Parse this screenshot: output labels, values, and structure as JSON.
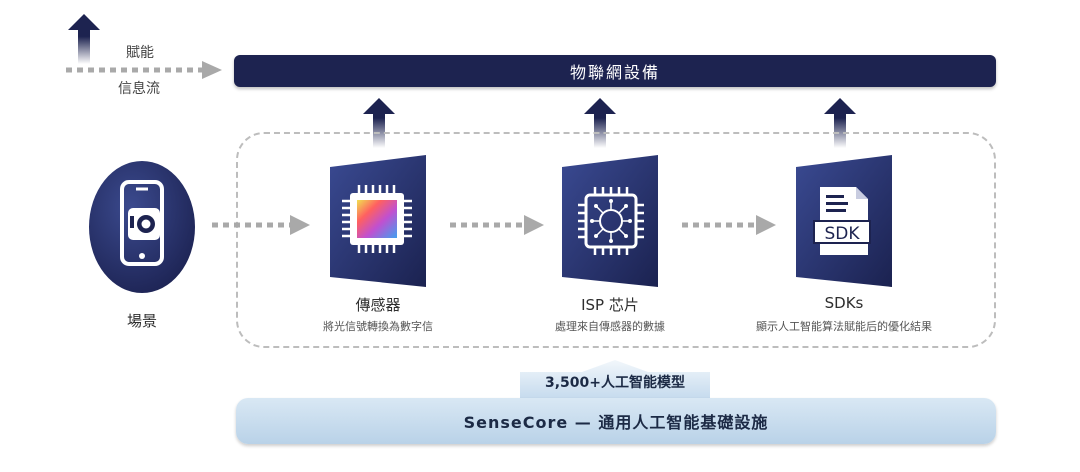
{
  "legend": {
    "empower": "賦能",
    "info_flow": "信息流"
  },
  "top_bar": {
    "label": "物聯網設備"
  },
  "scene": {
    "label": "場景"
  },
  "stages": [
    {
      "title": "傳感器",
      "subtitle": "將光信號轉換為數字信",
      "icon": "sensor-chip-icon"
    },
    {
      "title": "ISP 芯片",
      "subtitle": "處理來自傳感器的數據",
      "icon": "isp-chip-icon"
    },
    {
      "title": "SDKs",
      "subtitle": "顯示人工智能算法賦能后的優化結果",
      "icon": "sdk-document-icon",
      "badge": "SDK"
    }
  ],
  "models": {
    "label": "3,500+人工智能模型"
  },
  "bottom_bar": {
    "label": "SenseCore — 通用人工智能基礎設施"
  },
  "colors": {
    "navy": "#1d2350",
    "panel": "#2d3a78",
    "arrow_gray": "#a9a9a9",
    "light_blue": "#c9def0"
  }
}
